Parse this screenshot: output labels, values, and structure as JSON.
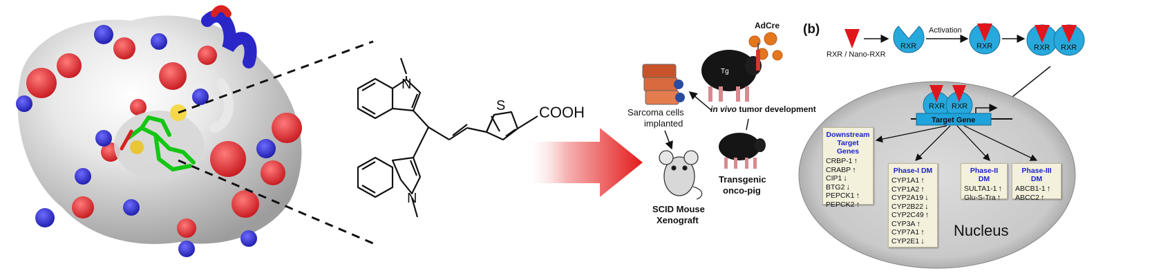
{
  "panel_b_label": "(b)",
  "structure": {
    "cooh_label": "COOH",
    "s_label": "S",
    "n_top_label": "N",
    "n_bottom_label": "N"
  },
  "models": {
    "adcre_label": "AdCre",
    "tg_label": "Tg",
    "in_vivo_label": "in vivo",
    "tumor_dev_label": " tumor development",
    "sarcoma_label": "Sarcoma  cells",
    "implanted_label": "implanted",
    "scid_line1": "SCID Mouse",
    "scid_line2": "Xenograft",
    "onco_line1": "Transgenic",
    "onco_line2": "onco-pig"
  },
  "pathway": {
    "ligand_label": "RXR / Nano-RXR",
    "receptor_label": "RXR",
    "activation_label": "Activation",
    "target_gene_label": "Target Gene",
    "nucleus_label": "Nucleus"
  },
  "gene_boxes": [
    {
      "title_line1": "Downstream",
      "title_line2": "Target Genes",
      "genes": [
        {
          "name": "CRBP-1",
          "dir": "↑"
        },
        {
          "name": "CRABP",
          "dir": "↑"
        },
        {
          "name": "CIP1",
          "dir": "↓"
        },
        {
          "name": "BTG2",
          "dir": "↓"
        },
        {
          "name": "PEPCK1",
          "dir": "↑"
        },
        {
          "name": "PEPCK2",
          "dir": "↑"
        }
      ]
    },
    {
      "title_line1": "Phase-I DM",
      "title_line2": "",
      "genes": [
        {
          "name": "CYP1A1",
          "dir": "↑"
        },
        {
          "name": "CYP1A2",
          "dir": "↑"
        },
        {
          "name": "CYP2A19",
          "dir": "↓"
        },
        {
          "name": "CYP2B22",
          "dir": "↓"
        },
        {
          "name": "CYP2C49",
          "dir": "↑"
        },
        {
          "name": "CYP3A",
          "dir": "↑"
        },
        {
          "name": "CYP7A1",
          "dir": "↑"
        },
        {
          "name": "CYP2E1",
          "dir": "↓"
        }
      ]
    },
    {
      "title_line1": "Phase-II DM",
      "title_line2": "",
      "genes": [
        {
          "name": "SULTA1-1",
          "dir": "↑"
        },
        {
          "name": "Glu-S-Tra",
          "dir": "↑"
        }
      ]
    },
    {
      "title_line1": "Phase-III DM",
      "title_line2": "",
      "genes": [
        {
          "name": "ABCB1-1",
          "dir": "↑"
        },
        {
          "name": "ABCC2",
          "dir": "↑"
        }
      ]
    }
  ],
  "colors": {
    "receptor": "#27a9dd",
    "ligand": "#e0161c",
    "target_gene": "#1fa3dc",
    "gene_box_title": "#1c22c9",
    "big_arrow": "#e31b1b",
    "nucleus": "#cdcdcd"
  }
}
